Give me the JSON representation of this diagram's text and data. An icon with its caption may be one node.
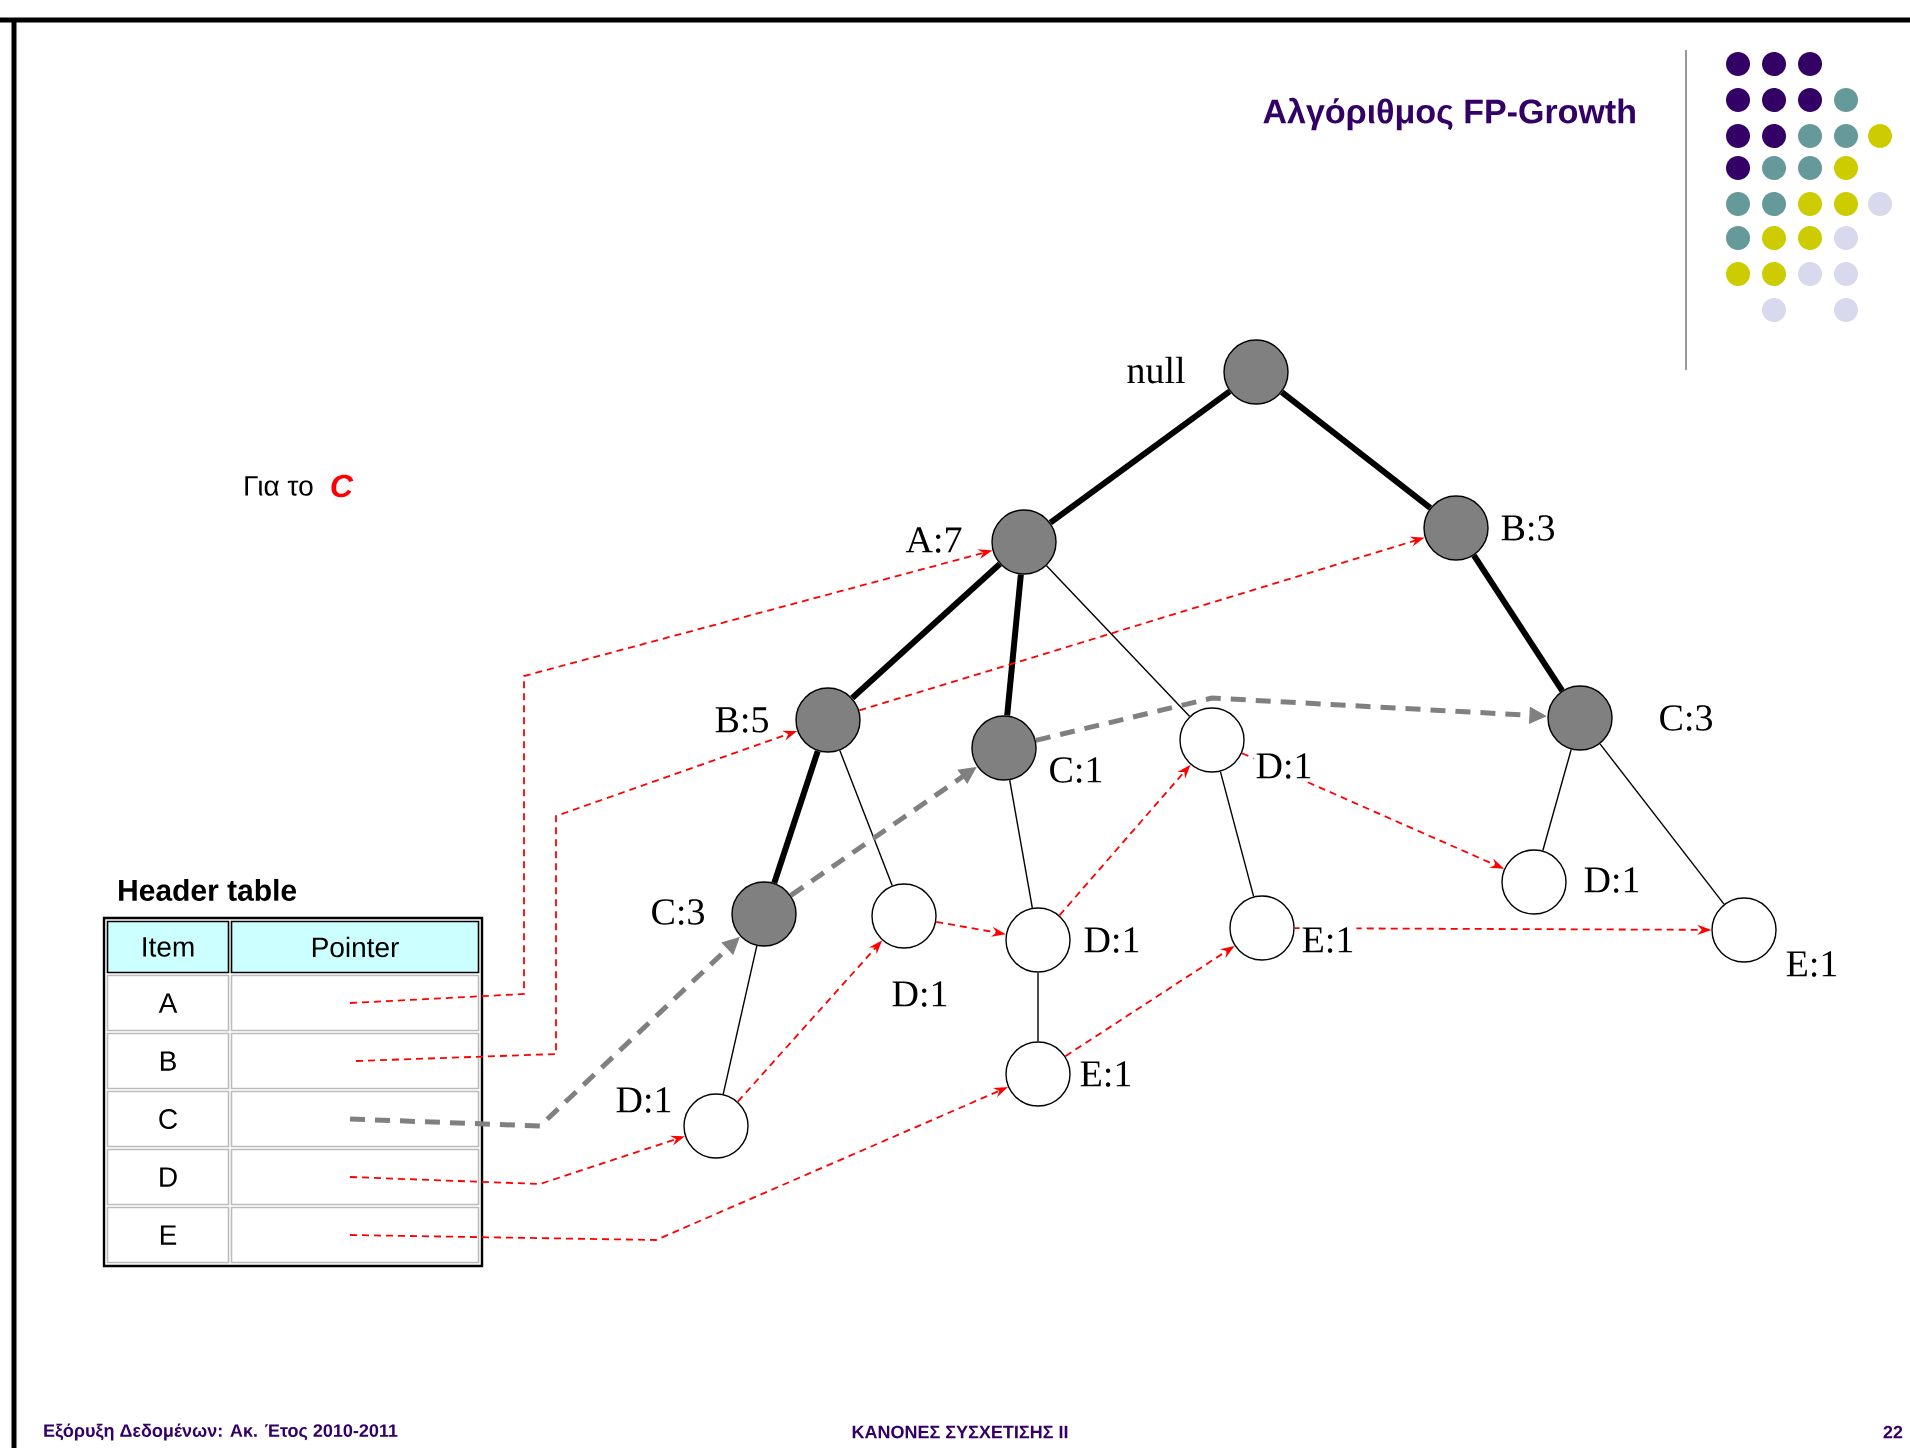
{
  "diagram": {
    "title": "Αλγόριθμος FP-Growth",
    "nodes": [
      {
        "text": [],
        "shape": "circle",
        "beside": [
          "null"
        ]
      },
      {
        "text": [],
        "shape": "circle",
        "beside": [
          "A:7"
        ]
      },
      {
        "text": [],
        "shape": "circle",
        "beside": [
          "B:3"
        ]
      },
      {
        "text": [],
        "shape": "circle",
        "beside": [
          "B:5"
        ]
      },
      {
        "text": [],
        "shape": "circle",
        "beside": [
          "C:1"
        ]
      },
      {
        "text": [],
        "shape": "circle",
        "beside": [
          "D:1"
        ]
      },
      {
        "text": [],
        "shape": "circle",
        "beside": [
          "C:3"
        ]
      },
      {
        "text": [],
        "shape": "circle",
        "beside": [
          "C:3"
        ]
      },
      {
        "text": [],
        "shape": "circle",
        "beside": [
          "D:1"
        ]
      },
      {
        "text": [],
        "shape": "circle",
        "beside": [
          "D:1"
        ]
      },
      {
        "text": [],
        "shape": "circle",
        "beside": [
          "E:1"
        ]
      },
      {
        "text": [],
        "shape": "circle",
        "beside": [
          "D:1"
        ]
      },
      {
        "text": [],
        "shape": "circle",
        "beside": [
          "E:1"
        ]
      },
      {
        "text": [],
        "shape": "circle",
        "beside": [
          "D:1"
        ]
      },
      {
        "text": [],
        "shape": "circle",
        "beside": [
          "E:1"
        ]
      },
      {
        "text": [
          "Header table"
        ]
      },
      {
        "text": [
          "Item"
        ],
        "in": 15
      },
      {
        "text": [
          "Pointer"
        ],
        "in": 15
      },
      {
        "text": [
          "A"
        ],
        "in": 15
      },
      {
        "text": [],
        "shape": "box",
        "in": 15
      },
      {
        "text": [
          "B"
        ],
        "in": 15
      },
      {
        "text": [],
        "shape": "box",
        "in": 15
      },
      {
        "text": [
          "C"
        ],
        "in": 15
      },
      {
        "text": [],
        "shape": "box",
        "in": 15
      },
      {
        "text": [
          "D"
        ],
        "in": 15
      },
      {
        "text": [],
        "shape": "box",
        "in": 15
      },
      {
        "text": [
          "E"
        ],
        "in": 15
      },
      {
        "text": [],
        "shape": "box",
        "in": 15
      }
    ],
    "edges": [
      {
        "from": 0,
        "to": 1,
        "arrow": "none",
        "style": "thick"
      },
      {
        "from": 0,
        "to": 2,
        "arrow": "none",
        "style": "thick"
      },
      {
        "from": 1,
        "to": 3,
        "arrow": "none",
        "style": "thick"
      },
      {
        "from": 1,
        "to": 4,
        "arrow": "none",
        "style": "thick"
      },
      {
        "from": 1,
        "to": 5,
        "arrow": "none"
      },
      {
        "from": 2,
        "to": 6,
        "arrow": "none",
        "style": "thick"
      },
      {
        "from": 3,
        "to": 7,
        "arrow": "none",
        "style": "thick"
      },
      {
        "from": 3,
        "to": 8,
        "arrow": "none"
      },
      {
        "from": 4,
        "to": 9,
        "arrow": "none"
      },
      {
        "from": 5,
        "to": 10,
        "arrow": "none"
      },
      {
        "from": 6,
        "to": 11,
        "arrow": "none"
      },
      {
        "from": 6,
        "to": 12,
        "arrow": "none"
      },
      {
        "from": 7,
        "to": 13,
        "arrow": "none"
      },
      {
        "from": 9,
        "to": 14,
        "arrow": "none"
      },
      {
        "from": 19,
        "to": 1,
        "arrow": "to",
        "style": "dashed",
        "color": "#ff0000"
      },
      {
        "from": 21,
        "to": 3,
        "arrow": "to",
        "style": "dashed",
        "color": "#ff0000"
      },
      {
        "from": 3,
        "to": 2,
        "arrow": "to",
        "style": "dashed",
        "color": "#ff0000"
      },
      {
        "from": 25,
        "to": 13,
        "arrow": "to",
        "style": "dashed",
        "color": "#ff0000"
      },
      {
        "from": 13,
        "to": 8,
        "arrow": "to",
        "style": "dashed",
        "color": "#ff0000"
      },
      {
        "from": 8,
        "to": 9,
        "arrow": "to",
        "style": "dashed",
        "color": "#ff0000"
      },
      {
        "from": 9,
        "to": 5,
        "arrow": "to",
        "style": "dashed",
        "color": "#ff0000"
      },
      {
        "from": 5,
        "to": 11,
        "arrow": "to",
        "style": "dashed",
        "color": "#ff0000"
      },
      {
        "from": 27,
        "to": 14,
        "arrow": "to",
        "style": "dashed",
        "color": "#ff0000"
      },
      {
        "from": 14,
        "to": 10,
        "arrow": "to",
        "style": "dashed",
        "color": "#ff0000"
      },
      {
        "from": 10,
        "to": 12,
        "arrow": "to",
        "style": "dashed",
        "color": "#ff0000"
      },
      {
        "from": 23,
        "to": 7,
        "arrow": "to",
        "style": "dashed",
        "color": "#808080"
      },
      {
        "from": 7,
        "to": 4,
        "arrow": "to",
        "style": "dashed",
        "color": "#808080"
      },
      {
        "from": 4,
        "to": 6,
        "arrow": "to",
        "style": "dashed",
        "color": "#808080"
      }
    ],
    "labels": [
      "Για το",
      "C",
      "Εξόρυξη Δεδομένων: Ακ. Έτος 2010-2011",
      "ΚΑΝΟΝΕΣ ΣΥΣΧΕΤΙΣΗΣ ΙΙ",
      "22"
    ]
  }
}
